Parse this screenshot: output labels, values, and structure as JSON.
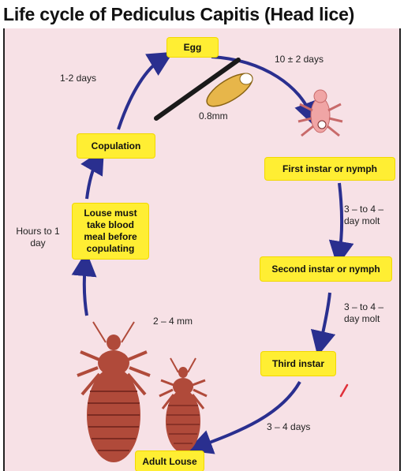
{
  "title": "Life cycle of Pediculus Capitis (Head lice)",
  "colors": {
    "arrow": "#2a2f8f",
    "box": "#ffee33",
    "background": "#f7e1e6",
    "louse": "#b04a3a"
  },
  "stages": {
    "egg": "Egg",
    "first_instar": "First instar or nymph",
    "second_instar": "Second instar or nymph",
    "third_instar": "Third instar",
    "adult": "Adult Louse",
    "blood_meal": "Louse must take blood meal before copulating",
    "copulation": "Copulation"
  },
  "durations": {
    "egg_to_first": "10 ± 2 days",
    "first_to_second": "3 – to 4 – day molt",
    "second_to_third": "3 – to 4 – day molt",
    "third_to_adult": "3 – 4 days",
    "adult_to_meal": "Hours to 1 day",
    "copulation_to_egg": "1-2 days"
  },
  "sizes": {
    "egg": "0.8mm",
    "adult": "2 – 4 mm"
  }
}
